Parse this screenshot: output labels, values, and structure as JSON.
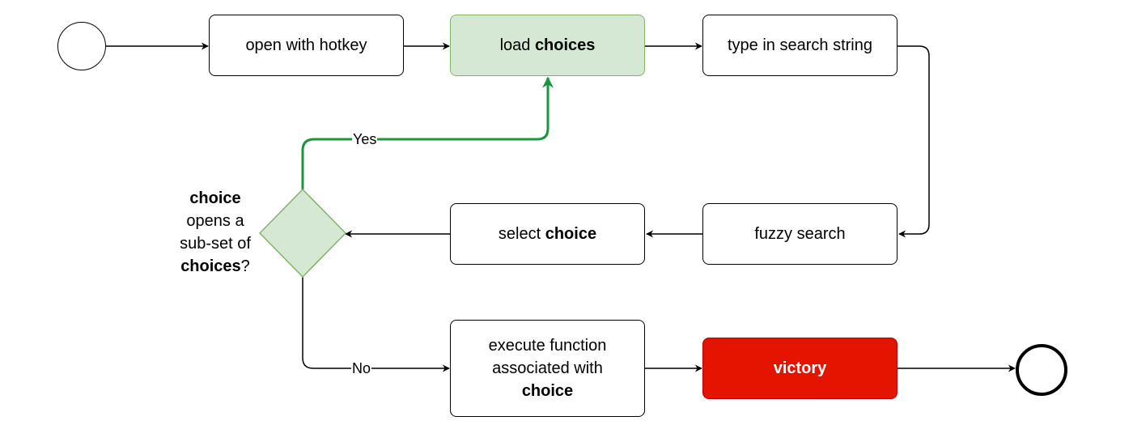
{
  "nodes": {
    "open": {
      "text": "open with hotkey"
    },
    "load": {
      "pre": "load ",
      "bold": "choices"
    },
    "type": {
      "text": "type in search string"
    },
    "fuzzy": {
      "text": "fuzzy search"
    },
    "select": {
      "pre": "select ",
      "bold": "choice"
    },
    "execute": {
      "line1": "execute function",
      "line2": "associated with",
      "bold": "choice"
    },
    "victory": {
      "text": "victory"
    }
  },
  "decision": {
    "bold1": "choice",
    "line2": "opens a",
    "line3": "sub-set of",
    "bold2": "choices",
    "suffix": "?"
  },
  "edge_labels": {
    "yes": "Yes",
    "no": "No"
  },
  "colors": {
    "green_fill": "#d5e8d4",
    "green_stroke": "#82b366",
    "yes_edge": "#1a9641",
    "red_fill": "#e51400",
    "red_stroke": "#b20000"
  }
}
